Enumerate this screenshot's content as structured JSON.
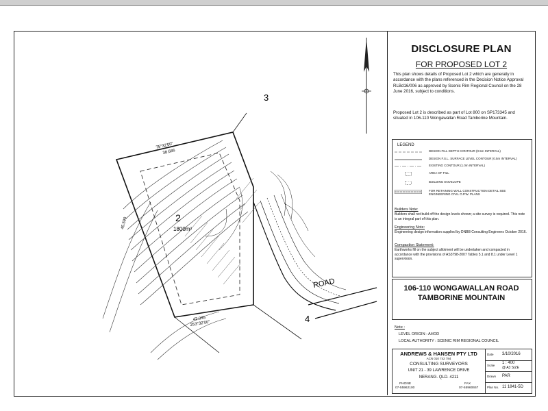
{
  "plan": {
    "title": "DISCLOSURE PLAN",
    "subtitle": "FOR PROPOSED LOT 2",
    "para1": "This plan shows details of Proposed Lot 2 which are generally in accordance with the plans referenced in the Decision Notice Approval RLBd16/006 as approved by Scenic Rim Regional Council on the 28 June 2016, subject to conditions.",
    "para2": "Proposed Lot 2 is described as part of Lot 800 on SP173345 and situated in 106-110 Wongawallan Road Tamborine Mountain."
  },
  "legend": {
    "title": "LEGEND",
    "items": [
      {
        "label": "DESIGN FILL DEPTH CONTOUR (0.5m INTERVAL)"
      },
      {
        "label": "DESIGN F.S.L. SURFACE LEVEL CONTOUR (0.5m INTERVAL)"
      },
      {
        "label": "EXISTING CONTOUR (1.0m INTERVAL)"
      },
      {
        "label": "AREA OF FILL"
      },
      {
        "label": "BUILDING ENVELOPE"
      },
      {
        "label": "FOR RETAINING WALL CONSTRUCTION DETAIL SEE ENGINEERING CIVIL O.P.W. PLANS"
      }
    ]
  },
  "notes": {
    "builders_heading": "Builders Note:",
    "builders_text": "Builders shall not build off the design levels shown; a site survey is required. This note is an integral part of this plan.",
    "engineering_heading": "Engineering Note:",
    "engineering_text": "Engineering design information supplied by DNBB Consulting Engineers October 2016.",
    "compaction_heading": "Compaction Statement:",
    "compaction_text": "Earthworks fill on the subject allotment will be undertaken and compacted in accordance with the provisions of AS3798-2007 Tables 5.1 and 8.1 under Level 1 supervision."
  },
  "address": {
    "line1": "106-110 WONGAWALLAN ROAD",
    "line2": "TAMBORINE MOUNTAIN"
  },
  "footnote": {
    "heading": "Note :",
    "level_origin": "LEVEL ORIGIN : AHOD",
    "local_authority": "LOCAL AUTHORITY : SCENIC RIM REGIONAL COUNCIL"
  },
  "titleblock": {
    "company": "ANDREWS & HANSEN PTY LTD",
    "acn": "ACN 010 742 784",
    "role": "CONSULTING SURVEYORS",
    "street": "UNIT 21 - 39 LAWRENCE DRIVE",
    "town": "NERANG. QLD. 4211",
    "phone_label": "PHONE",
    "phone": "07-55962100",
    "fax_label": "FAX",
    "fax": "07-55960657",
    "date_label": "Date",
    "date": "3/10/2016",
    "scale_label": "Scale",
    "scale": "1 : 400",
    "scale_size": "@ A3 SIZE",
    "drawn_label": "Drawn",
    "drawn": "PAR",
    "plan_label": "Plan No.",
    "plan_no": "11 1841-5D"
  },
  "drawing": {
    "lot_number": "2",
    "lot_area": "1800m²",
    "neighbour_3": "3",
    "neighbour_4": "4",
    "road_label": "ROAD",
    "bearing_top": "75°32'00\"",
    "distance_top": "38.686",
    "bearing_bottom": "253°32'00\"",
    "distance_bottom": "42.035",
    "distance_left": "45.590"
  }
}
